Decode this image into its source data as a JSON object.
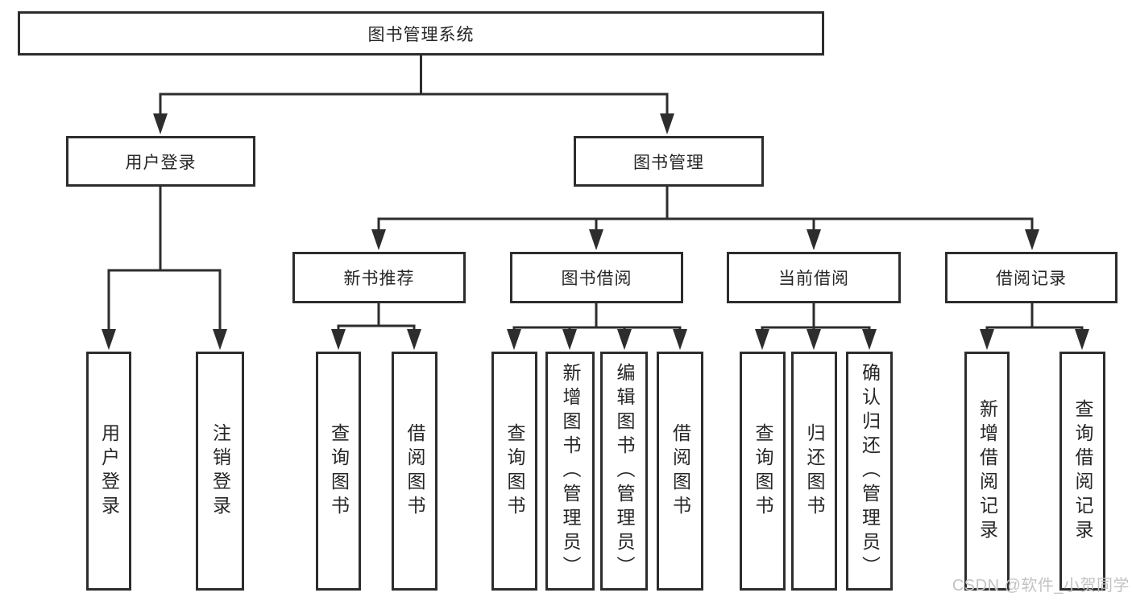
{
  "tree": {
    "root": "图书管理系统",
    "branches": [
      {
        "label": "用户登录",
        "children": [
          "用户登录",
          "注销登录"
        ]
      },
      {
        "label": "图书管理",
        "children": [
          {
            "label": "新书推荐",
            "children": [
              "查询图书",
              "借阅图书"
            ]
          },
          {
            "label": "图书借阅",
            "children": [
              "查询图书",
              "新增图书（管理员）",
              "编辑图书（管理员）",
              "借阅图书"
            ]
          },
          {
            "label": "当前借阅",
            "children": [
              "查询图书",
              "归还图书",
              "确认归还（管理员）"
            ]
          },
          {
            "label": "借阅记录",
            "children": [
              "新增借阅记录",
              "查询借阅记录"
            ]
          }
        ]
      }
    ]
  },
  "watermark": {
    "text": "CSDN @软件_小贺同学"
  },
  "colors": {
    "line": "#2d2d2d",
    "text": "#262626",
    "background": "#ffffff",
    "watermark": "#c3c3c3"
  }
}
